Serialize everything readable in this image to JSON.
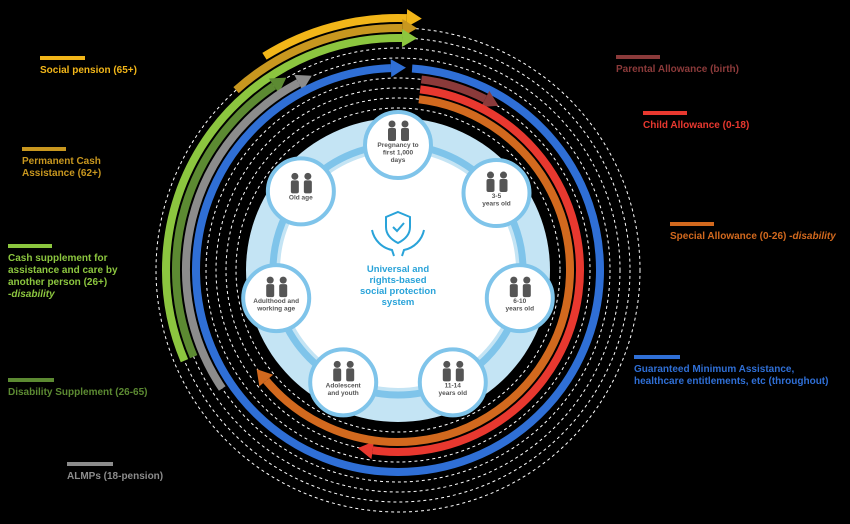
{
  "center": {
    "title_lines": [
      "Universal and",
      "rights-based",
      "social protection",
      "system"
    ]
  },
  "stages": [
    {
      "lines": [
        "Pregnancy to",
        "first 1,000",
        "days"
      ],
      "icon": "pregnancy-icon"
    },
    {
      "lines": [
        "3-5",
        "years old"
      ],
      "icon": "children-icon"
    },
    {
      "lines": [
        "6-10",
        "years old"
      ],
      "icon": "children-icon"
    },
    {
      "lines": [
        "11-14",
        "years old"
      ],
      "icon": "wheelchair-child-icon"
    },
    {
      "lines": [
        "Adolescent",
        "and youth"
      ],
      "icon": "youth-icon"
    },
    {
      "lines": [
        "Adulthood and",
        "working age"
      ],
      "icon": "worker-icon"
    },
    {
      "lines": [
        "Old age"
      ],
      "icon": "elderly-icon"
    }
  ],
  "benefits": [
    {
      "id": "social-pension",
      "lines": [
        "Social pension (65+)"
      ],
      "italic": "",
      "color": "#f2b619"
    },
    {
      "id": "permanent-cash",
      "lines": [
        "Permanent Cash",
        "Assistance (62+)"
      ],
      "italic": "",
      "color": "#c8971f"
    },
    {
      "id": "cash-supplement",
      "lines": [
        "Cash supplement for",
        "assistance and care by",
        "another person (26+)"
      ],
      "italic": "-disability",
      "color": "#8cc63f"
    },
    {
      "id": "disability-supplement",
      "lines": [
        "Disability Supplement (26-65)"
      ],
      "italic": "",
      "color": "#5c8a32"
    },
    {
      "id": "almps",
      "lines": [
        "ALMPs (18-pension)"
      ],
      "italic": "",
      "color": "#8c8c8c"
    },
    {
      "id": "parental-allowance",
      "lines": [
        "Parental Allowance (birth)"
      ],
      "italic": "",
      "color": "#8b3a3a"
    },
    {
      "id": "child-allowance",
      "lines": [
        "Child Allowance (0-18)"
      ],
      "italic": "",
      "color": "#e8382f"
    },
    {
      "id": "special-allowance",
      "lines": [
        "Special Allowance (0-26) "
      ],
      "italic": "-disability",
      "color": "#d2691e"
    },
    {
      "id": "guaranteed-minimum",
      "lines": [
        "Guaranteed Minimum Assistance,",
        "healthcare entitlements, etc (throughout)"
      ],
      "italic": "",
      "color": "#2f6fd6"
    }
  ]
}
